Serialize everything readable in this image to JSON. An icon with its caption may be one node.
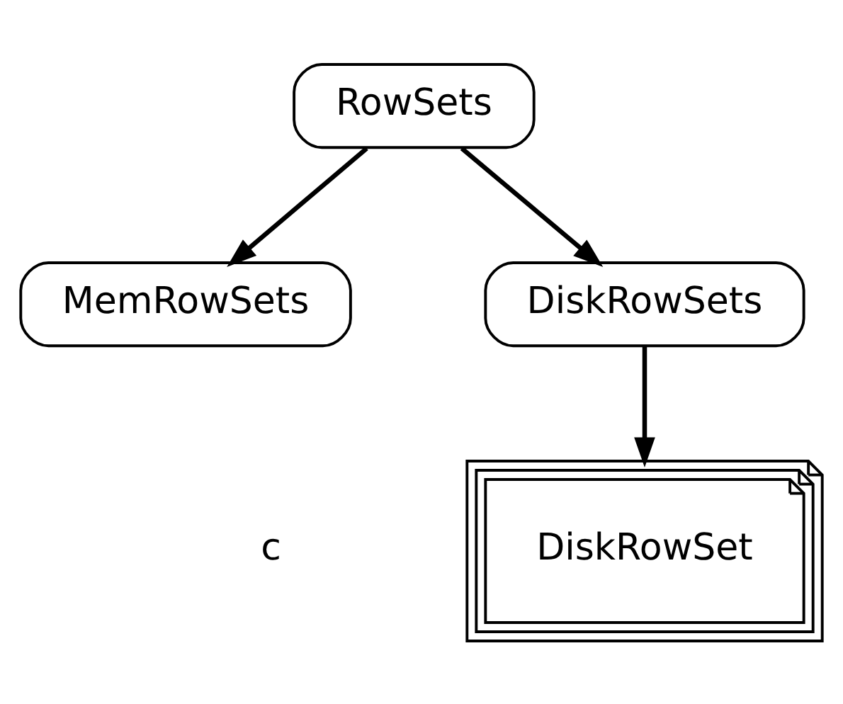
{
  "diagram": {
    "nodes": [
      {
        "text": [
          "RowSets"
        ]
      },
      {
        "text": [
          "MemRowSets"
        ]
      },
      {
        "text": [
          "DiskRowSets"
        ]
      },
      {
        "text": [
          "DiskRowSet"
        ]
      }
    ],
    "edges": [
      {
        "from": 0,
        "to": 1,
        "arrow": "to"
      },
      {
        "from": 0,
        "to": 2,
        "arrow": "to"
      },
      {
        "from": 2,
        "to": 3,
        "arrow": "to"
      }
    ],
    "labels": [
      "c"
    ]
  }
}
